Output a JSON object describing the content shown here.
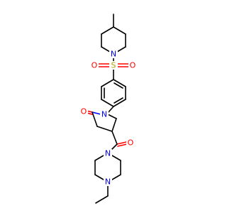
{
  "atoms": {
    "n_piperidine": {
      "label": "N",
      "color": "#0000ff"
    },
    "s_sulfonyl": {
      "label": "S",
      "color": "#b3a000"
    },
    "o_sulfonyl_left": {
      "label": "O",
      "color": "#ff0000"
    },
    "o_sulfonyl_right": {
      "label": "O",
      "color": "#ff0000"
    },
    "n_pyrrolidinone": {
      "label": "N",
      "color": "#0000ff"
    },
    "o_lactam": {
      "label": "O",
      "color": "#ff0000"
    },
    "o_amide": {
      "label": "O",
      "color": "#ff0000"
    },
    "n_piperazine_top": {
      "label": "N",
      "color": "#0000ff"
    },
    "n_piperazine_bottom": {
      "label": "N",
      "color": "#0000ff"
    }
  }
}
